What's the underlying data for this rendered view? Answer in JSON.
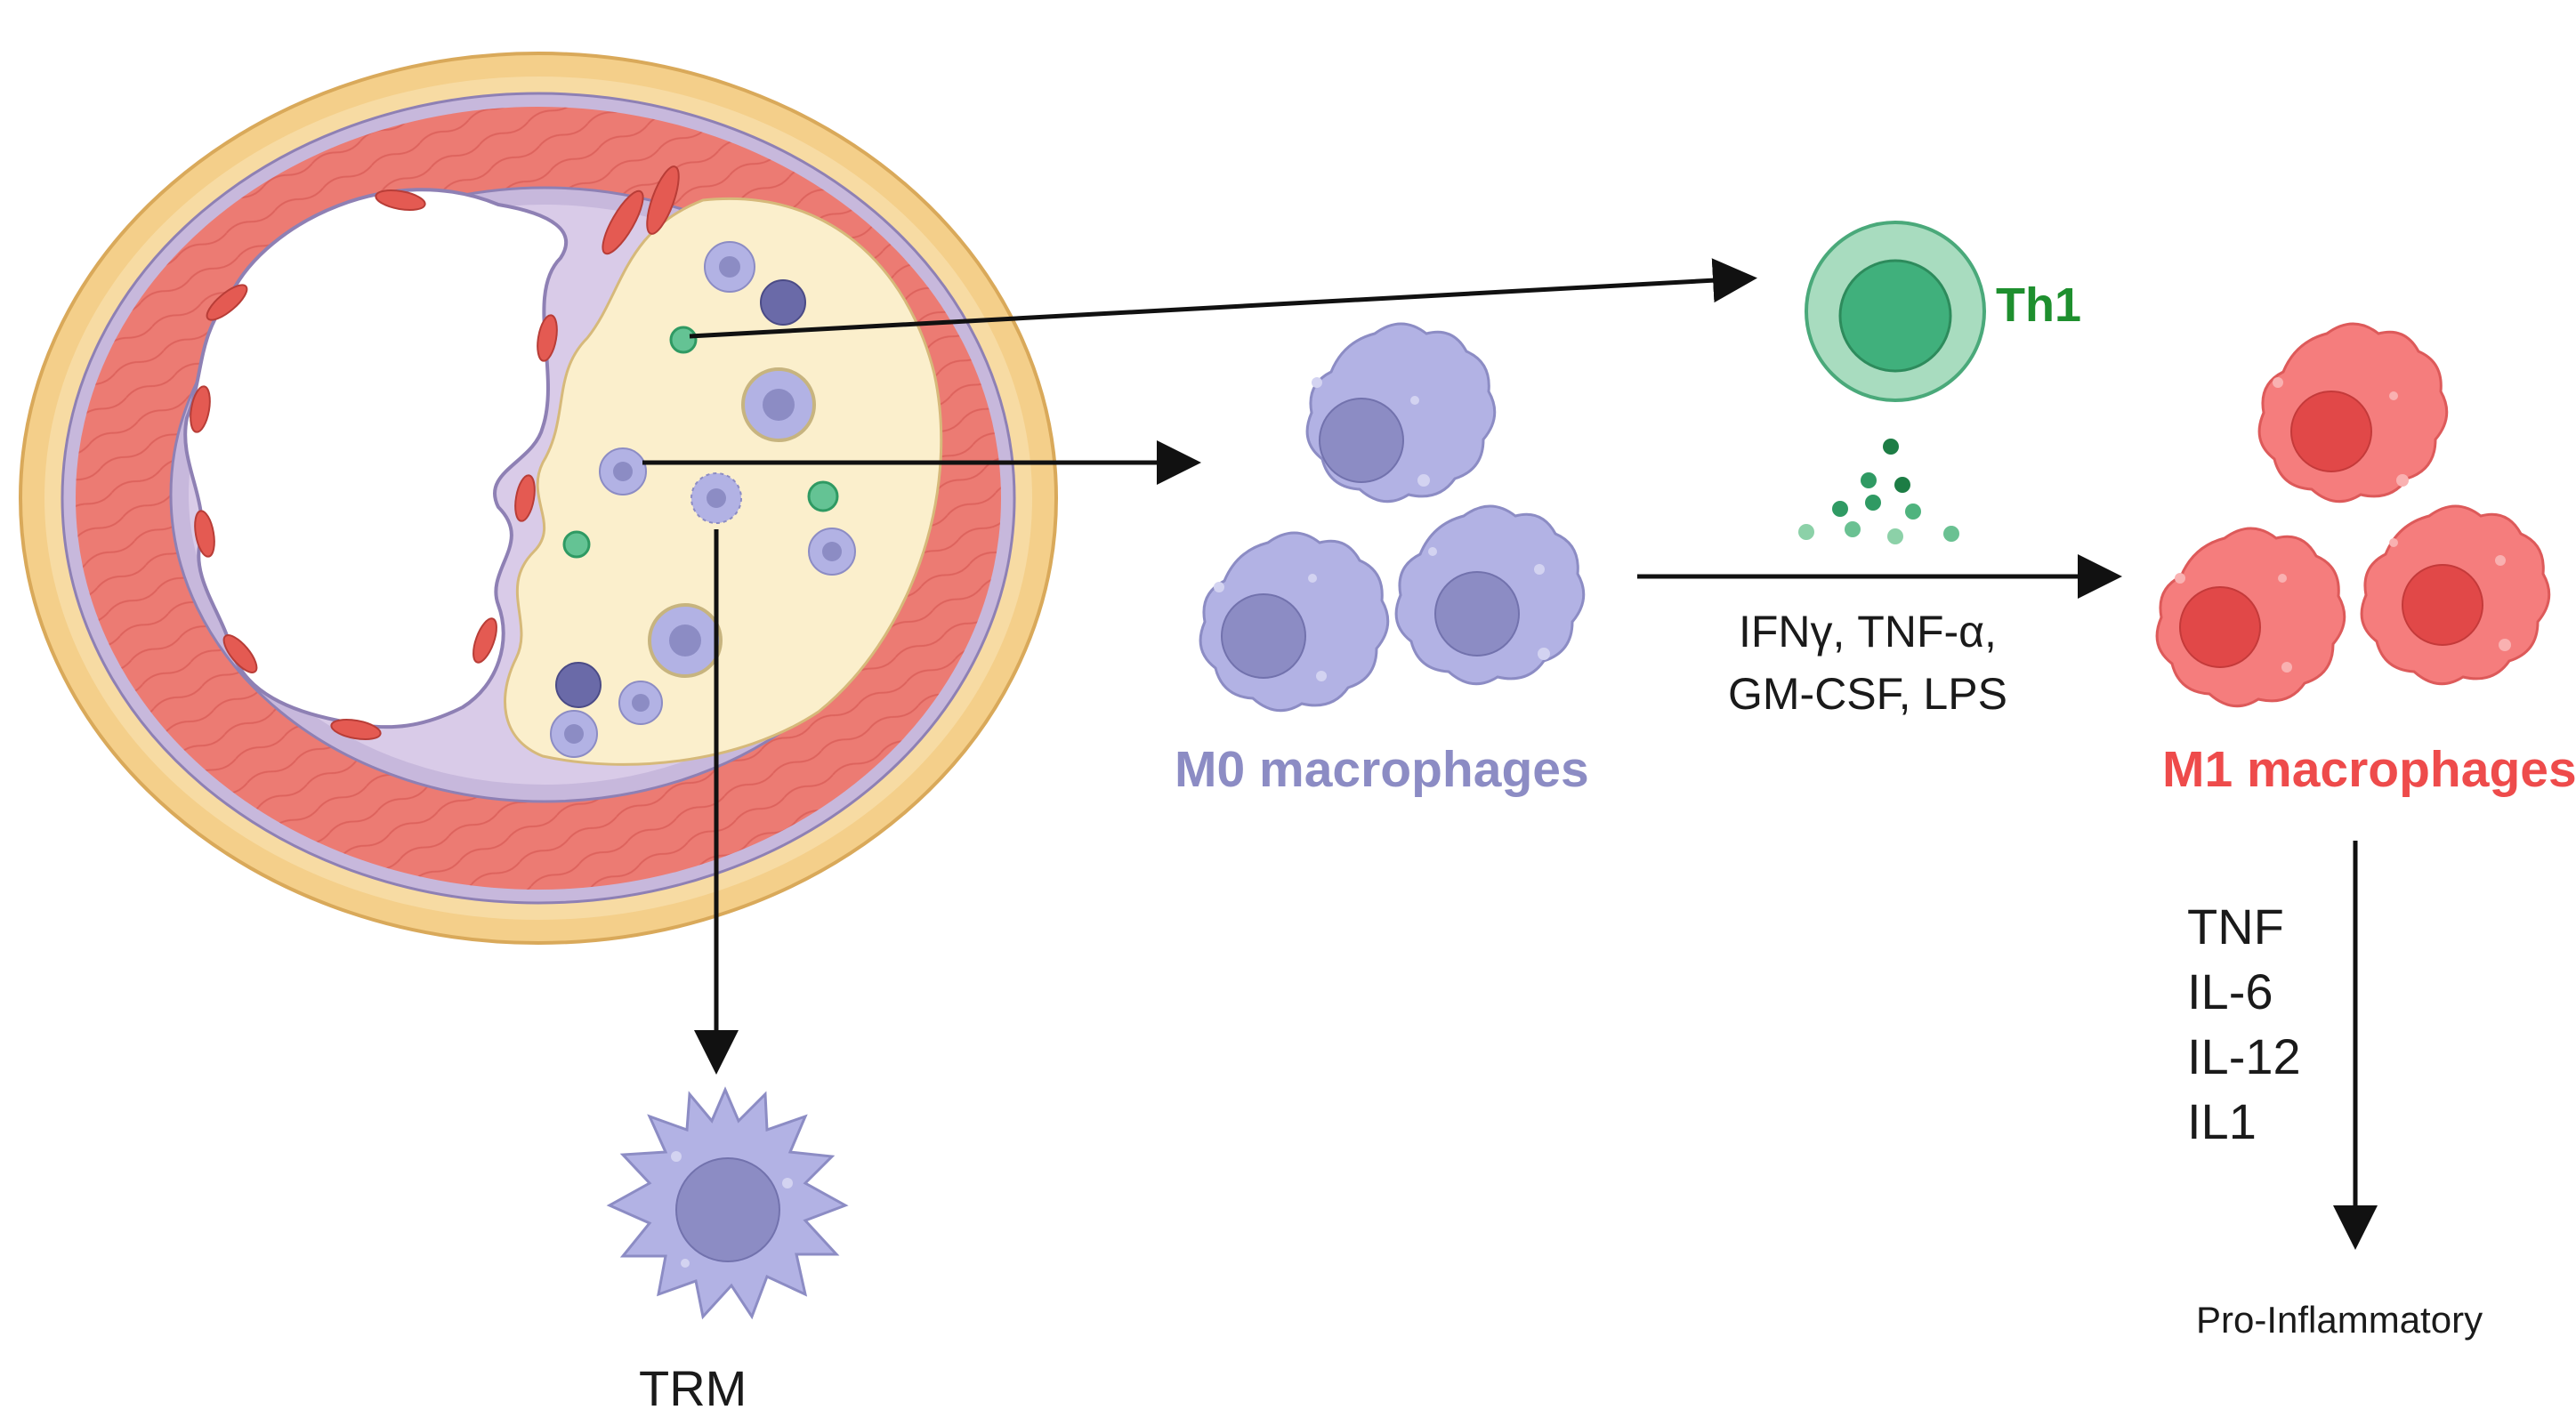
{
  "labels": {
    "m0": "M0 macrophages",
    "m1": "M1 macrophages",
    "th1": "Th1",
    "trm": "TRM",
    "stimuli": [
      "IFNγ, TNF-α,",
      "GM-CSF, LPS"
    ],
    "cytokines": [
      "TNF",
      "IL-6",
      "IL-12",
      "IL1"
    ],
    "outcome": "Pro-Inflammatory"
  },
  "colors": {
    "m0_label": "#8c8cc4",
    "m1_label": "#ee4b4b",
    "th1_label": "#1e8f2e",
    "text": "#1a1a1a",
    "adventitia": "#f4cf8a",
    "media_red": "#ec7b73",
    "intima_lilac": "#c7b8dc",
    "plaque_core": "#fbefcc",
    "m0_cell": "#b2b2e4",
    "m1_cell": "#f57d7d",
    "th1_cell": "#64c394"
  },
  "icons": [
    "artery-cross-section-icon",
    "th1-cell-icon",
    "cytokine-dots-icon",
    "m0-macrophage-icon",
    "m1-macrophage-icon",
    "trm-cell-icon"
  ]
}
